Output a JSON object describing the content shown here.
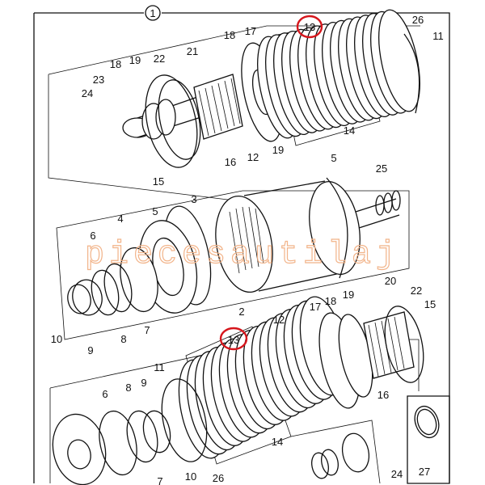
{
  "figure_number": "1",
  "watermark": "piecesautilaj",
  "highlight_color": "#d6161c",
  "watermark_color": "#f2b48a",
  "top_assembly": {
    "labels": [
      "13",
      "26",
      "11",
      "18",
      "17",
      "18",
      "19",
      "22",
      "21",
      "23",
      "24",
      "16",
      "12",
      "19",
      "14",
      "15"
    ]
  },
  "middle_assembly": {
    "labels": [
      "5",
      "25",
      "3",
      "5",
      "4",
      "6",
      "10",
      "9",
      "8",
      "7",
      "2"
    ]
  },
  "bottom_assembly": {
    "labels": [
      "13",
      "12",
      "20",
      "22",
      "15",
      "17",
      "18",
      "19",
      "11",
      "9",
      "8",
      "6",
      "16",
      "14",
      "10",
      "26",
      "7",
      "24",
      "27"
    ]
  }
}
